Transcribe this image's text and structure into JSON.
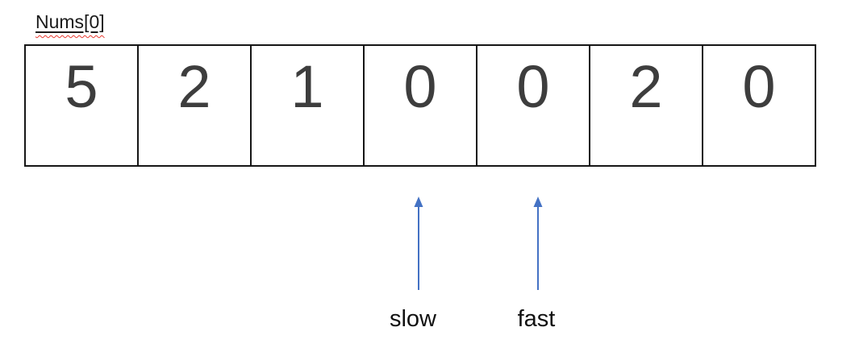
{
  "diagram": {
    "title_label": "Nums[0]",
    "array": {
      "cells": [
        "5",
        "2",
        "1",
        "0",
        "0",
        "2",
        "0"
      ]
    },
    "pointers": [
      {
        "label": "slow",
        "points_to_index": 3
      },
      {
        "label": "fast",
        "points_to_index": 4
      }
    ],
    "colors": {
      "arrow": "#4472C4",
      "cell_border": "#161616",
      "number_text": "#3d3d3d",
      "label_text": "#111111",
      "squiggle_underline": "#e8392f"
    }
  }
}
